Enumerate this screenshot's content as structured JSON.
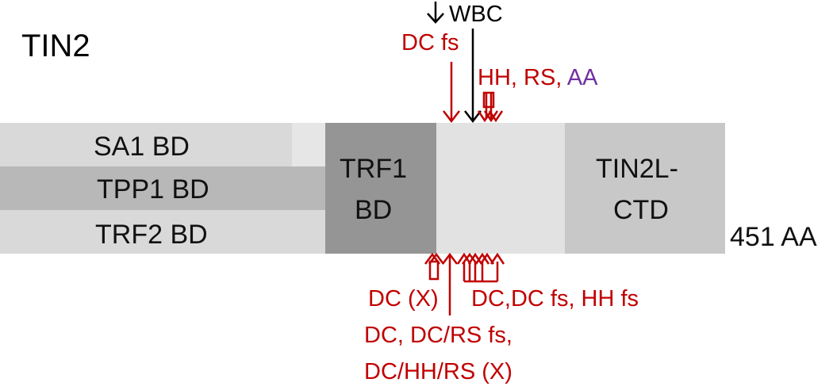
{
  "protein": {
    "name": "TIN2",
    "length_label": "451 AA"
  },
  "colors": {
    "mutation_red": "#c00000",
    "aa_purple": "#7030a0",
    "track_light": "#d9d9d9",
    "tpp1_bar": "#b8b8b8",
    "trf1_domain": "#959595",
    "linker": "#e2e2e2",
    "ctd_domain": "#c8c8c8"
  },
  "domains": {
    "sa1": "SA1 BD",
    "tpp1": "TPP1 BD",
    "trf2": "TRF2 BD",
    "trf1": [
      "TRF1",
      "BD"
    ],
    "tin2l_ctd": [
      "TIN2L-",
      "CTD"
    ]
  },
  "annotations_top": {
    "wbc": "WBC",
    "dc_fs": "DC fs",
    "hh_rs": "HH, RS,",
    "aa": "AA"
  },
  "annotations_bottom": {
    "dc_x": "DC (X)",
    "dc_group": "DC,DC fs, HH fs",
    "dc_rs_fs": "DC, DC/RS fs,",
    "dc_hh_rs_x": "DC/HH/RS (X)"
  }
}
